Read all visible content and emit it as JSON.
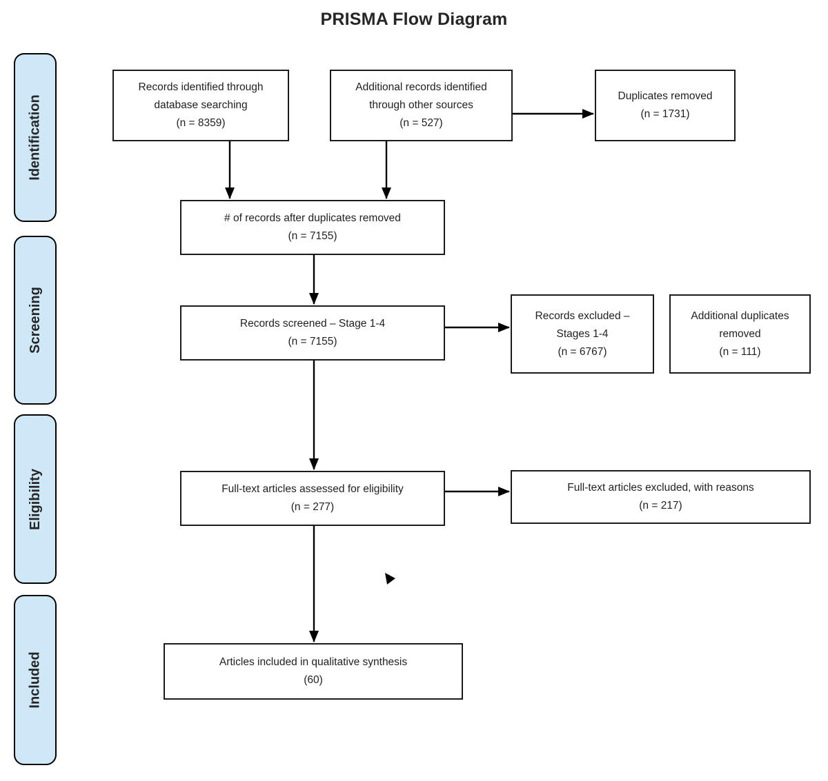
{
  "title": "PRISMA Flow Diagram",
  "stages": [
    {
      "id": "identification",
      "label": "Identification"
    },
    {
      "id": "screening",
      "label": "Screening"
    },
    {
      "id": "eligibility",
      "label": "Eligibility"
    },
    {
      "id": "included",
      "label": "Included"
    }
  ],
  "boxes": {
    "records_identified": {
      "lines": [
        "Records identified through",
        "database searching",
        "(n = 8359)"
      ]
    },
    "additional_records": {
      "lines": [
        "Additional records identified",
        "through other sources",
        "(n = 527)"
      ]
    },
    "duplicates_removed": {
      "lines": [
        "Duplicates removed",
        "(n = 1731)"
      ]
    },
    "records_after_duplicates": {
      "lines": [
        "# of records after duplicates removed",
        "(n = 7155)"
      ]
    },
    "records_screened": {
      "lines": [
        "Records screened – Stage 1-4",
        "(n = 7155)"
      ]
    },
    "records_excluded": {
      "lines": [
        "Records excluded –",
        "Stages 1-4",
        "(n = 6767)"
      ]
    },
    "additional_duplicates_removed": {
      "lines": [
        "Additional duplicates",
        "removed",
        "(n = 111)"
      ]
    },
    "fulltext_assessed": {
      "lines": [
        "Full-text articles assessed for eligibility",
        "(n = 277)"
      ]
    },
    "fulltext_excluded": {
      "lines": [
        "Full-text articles excluded, with reasons",
        "(n = 217)"
      ]
    },
    "articles_included": {
      "lines": [
        "Articles included in qualitative synthesis",
        "(60)"
      ]
    }
  },
  "colors": {
    "page_bg": "#ffffff",
    "stage_fill": "#cfe8f8",
    "stage_border": "#000000",
    "box_fill": "#ffffff",
    "box_border": "#1a1a1a",
    "arrow": "#000000",
    "text": "#1f1f1f"
  }
}
